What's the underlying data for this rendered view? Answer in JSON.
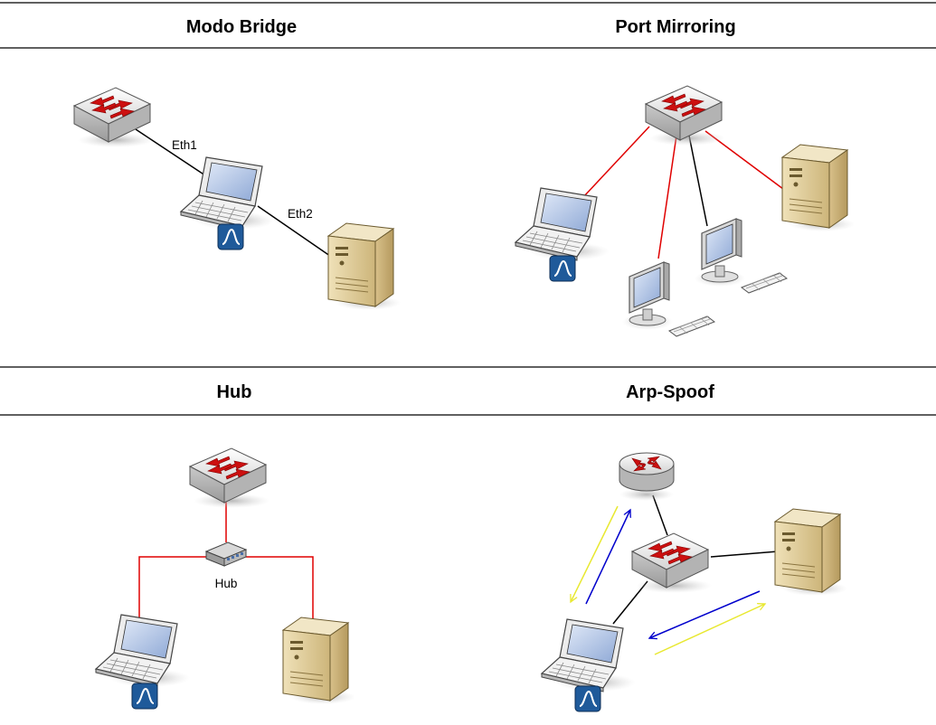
{
  "panels": {
    "modo_bridge": {
      "title": "Modo Bridge",
      "eth1": "Eth1",
      "eth2": "Eth2"
    },
    "port_mirroring": {
      "title": "Port Mirroring"
    },
    "hub": {
      "title": "Hub",
      "hub_label": "Hub"
    },
    "arp_spoof": {
      "title": "Arp-Spoof"
    }
  },
  "colors": {
    "mirror_link": "#e00000",
    "normal_link": "#000000",
    "arrow_blue": "#0000cc",
    "arrow_yellow": "#e8e830",
    "sniffer_badge": "#1f5a9a",
    "server_body": "#e2cf9f"
  },
  "icons": [
    "switch-icon",
    "laptop-icon",
    "server-icon",
    "desktop-icon",
    "router-icon",
    "hub-icon",
    "sniffer-badge-icon"
  ]
}
